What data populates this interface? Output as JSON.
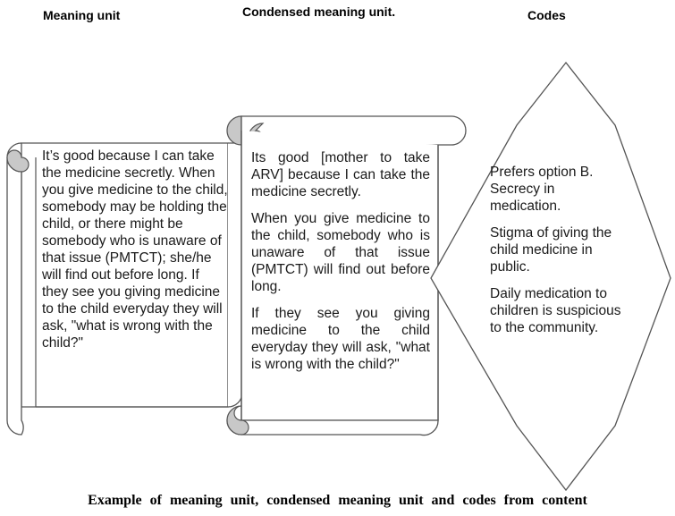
{
  "headers": {
    "meaning_unit": "Meaning unit",
    "condensed": "Condensed meaning unit.",
    "codes": "Codes"
  },
  "meaning_unit": {
    "text": "It’s good because I can take the medicine secretly. When you give medicine to the child, somebody may be holding the child, or there might be somebody who is unaware of that issue (PMTCT); she/he will find out before long. If they see you giving medicine to the child everyday they will ask, \"what is wrong with the child?\""
  },
  "condensed": {
    "paragraphs": [
      "Its good [mother to take ARV] because I can take the medicine secretly.",
      "When you give medicine to the child, somebody who is unaware of that issue (PMTCT) will find out before long.",
      "If they see you giving medicine to the child everyday they will ask, \"what is wrong with the child?\""
    ]
  },
  "codes": {
    "paragraphs": [
      "Prefers option B. Secrecy in medication.",
      "Stigma of giving the child medicine in public.",
      "Daily medication to children is suspicious to the community."
    ]
  },
  "caption": "Example of meaning unit, condensed meaning unit and codes from content",
  "colors": {
    "scroll_fill": "#ffffff",
    "scroll_stroke": "#555555",
    "curl_fill": "#c8c8c8",
    "text": "#1a1a1a"
  }
}
